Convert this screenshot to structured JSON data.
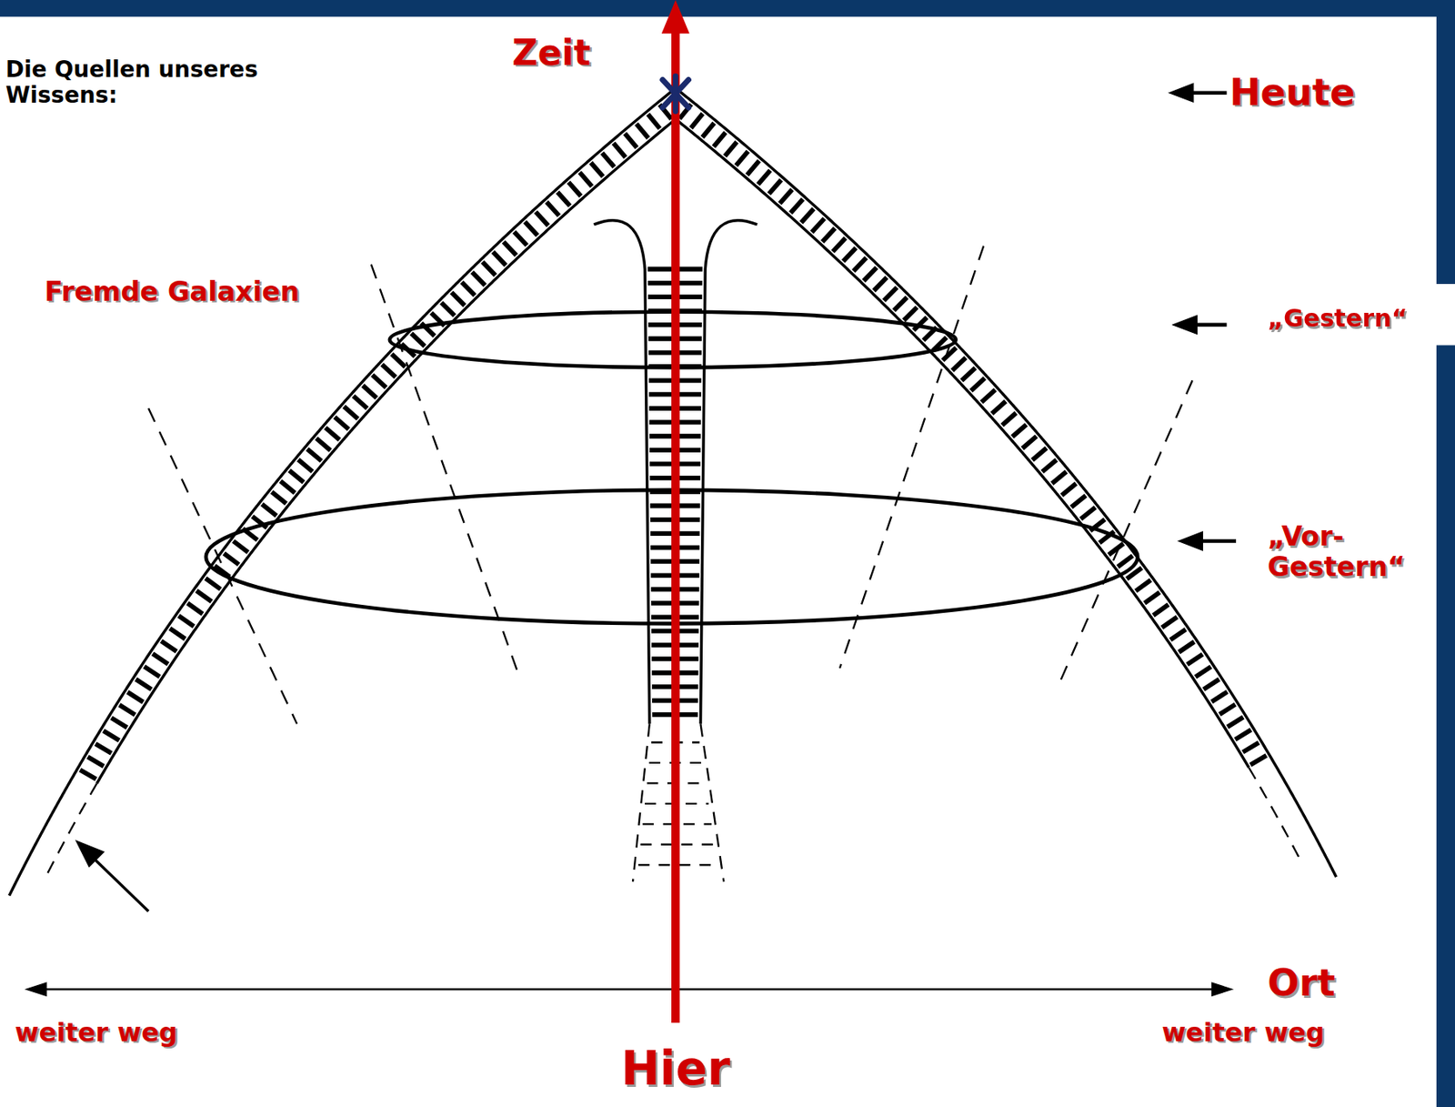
{
  "diagram": {
    "title": "Die Quellen unseres Wissens:",
    "labels": [
      "Zeit",
      "Heute",
      "Fremde Galaxien",
      "„Gestern“",
      "„Vor- Gestern“",
      "Ort",
      "weiter weg",
      "weiter weg",
      "Hier"
    ]
  }
}
